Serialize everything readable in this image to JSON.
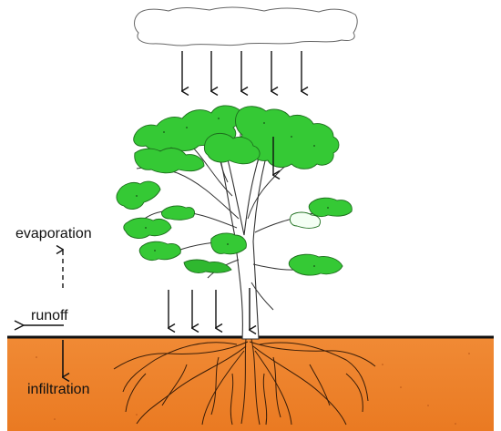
{
  "labels": {
    "evaporation": "evaporation",
    "runoff": "runoff",
    "infiltration": "infiltration"
  },
  "colors": {
    "soil": "#f07f2a",
    "soil_dark": "#c9601a",
    "foliage": "#35c935",
    "foliage_edge": "#1d6e1d",
    "cloud_fill": "#ffffff",
    "cloud_edge": "#666666",
    "ink": "#111111"
  },
  "icons": {
    "cloud": "cloud-icon",
    "rain_arrow": "arrow-down-icon",
    "runoff_arrow": "arrow-left-icon",
    "evaporation_arrow": "dashed-arrow-up-icon"
  }
}
